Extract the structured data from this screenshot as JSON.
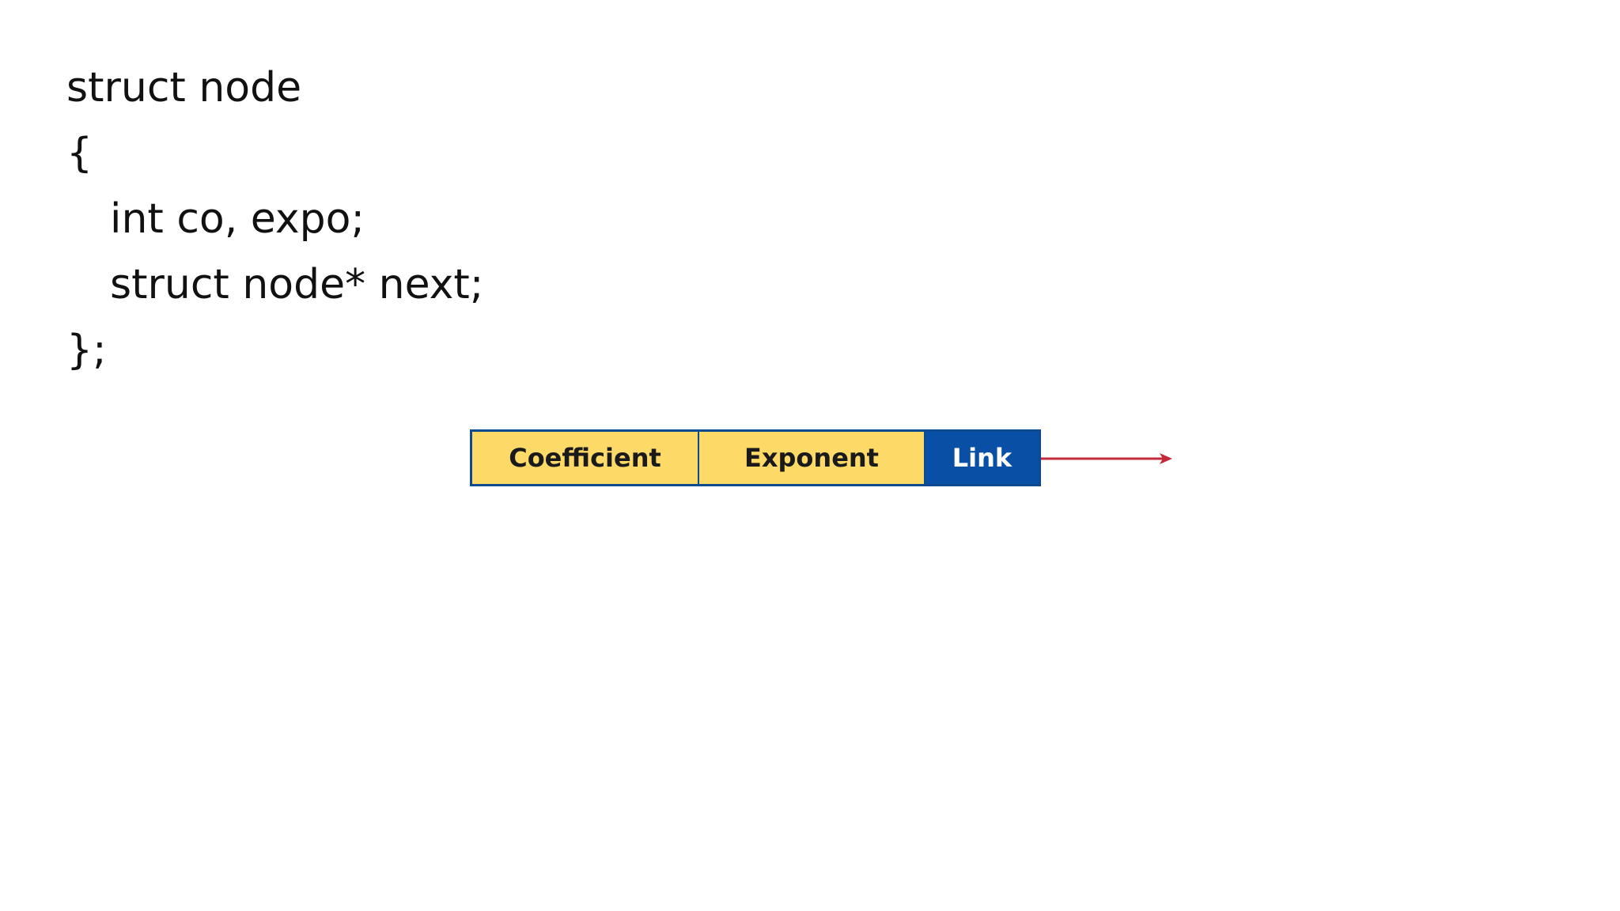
{
  "code": {
    "lines": [
      "struct node",
      "{",
      "int co, expo;",
      "struct node* next;",
      "};"
    ]
  },
  "node_diagram": {
    "fields": {
      "coefficient": "Coefficient",
      "exponent": "Exponent",
      "link": "Link"
    },
    "colors": {
      "field_fill": "#fdd967",
      "link_fill": "#0a4fa6",
      "border": "#0e4a8f",
      "arrow": "#c4283b"
    },
    "arrow_icon": "right-arrow-icon"
  }
}
